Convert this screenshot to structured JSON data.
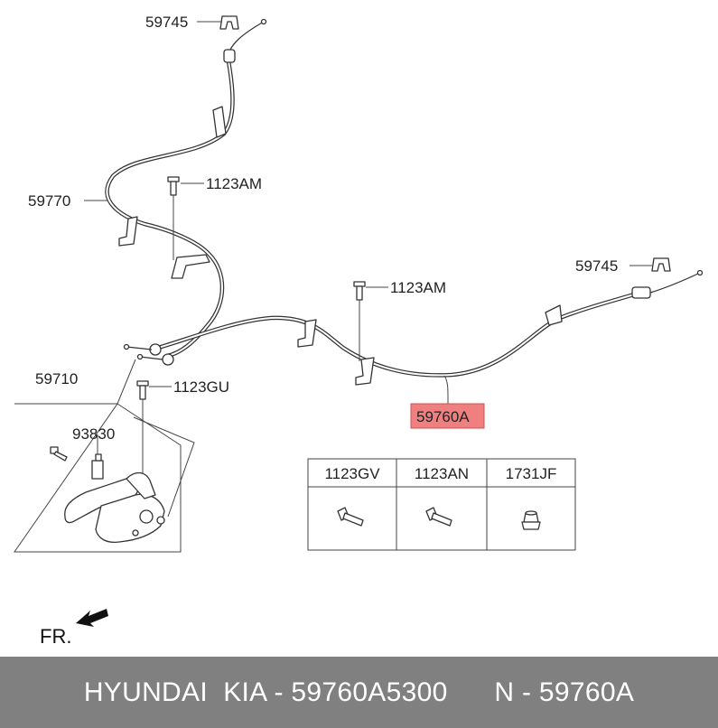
{
  "callouts": {
    "clip_top": "59745",
    "clip_right": "59745",
    "cable_front": "59770",
    "cable_rear": "59760A",
    "bolt_a1": "1123AM",
    "bolt_a2": "1123AM",
    "bolt_gu": "1123GU",
    "lever_assy": "59710",
    "switch": "93830"
  },
  "parts_table": {
    "headers": [
      "1123GV",
      "1123AN",
      "1731JF"
    ]
  },
  "direction": "FR.",
  "colors": {
    "highlight_fill": "#f08080",
    "footer_bg": "#808080"
  },
  "footer": {
    "brand": "HYUNDAI  KIA - 59760A5300",
    "ref": "N - 59760A"
  }
}
